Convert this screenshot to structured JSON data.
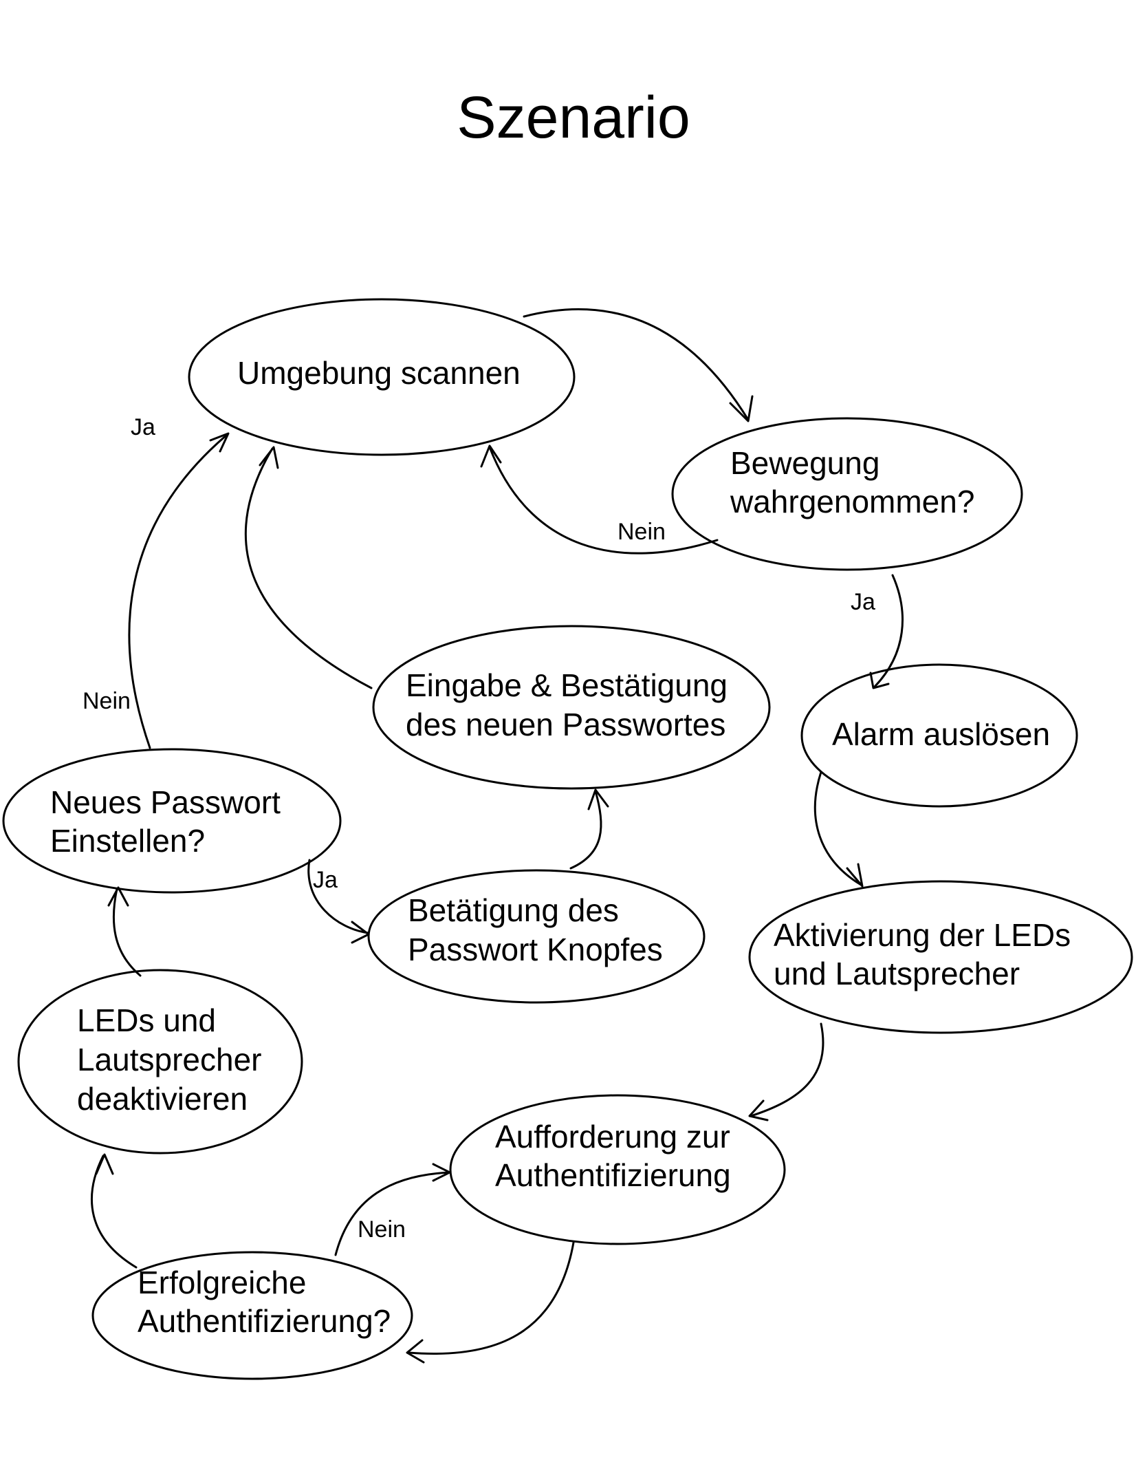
{
  "title": "Szenario",
  "nodes": {
    "scan": {
      "lines": [
        "Umgebung scannen"
      ]
    },
    "motion": {
      "lines": [
        "Bewegung",
        "wahrgenommen?"
      ]
    },
    "alarm": {
      "lines": [
        "Alarm auslösen"
      ]
    },
    "activate": {
      "lines": [
        "Aktivierung der LEDs",
        "und Lautsprecher"
      ]
    },
    "auth_request": {
      "lines": [
        "Aufforderung zur",
        "Authentifizierung"
      ]
    },
    "auth_success": {
      "lines": [
        "Erfolgreiche",
        "Authentifizierung?"
      ]
    },
    "deactivate": {
      "lines": [
        "LEDs und",
        "Lautsprecher",
        "deaktivieren"
      ]
    },
    "new_password": {
      "lines": [
        "Neues Passwort",
        "Einstellen?"
      ]
    },
    "press_button": {
      "lines": [
        "Betätigung des",
        "Passwort Knopfes"
      ]
    },
    "enter_password": {
      "lines": [
        "Eingabe & Bestätigung",
        "des neuen Passwortes"
      ]
    }
  },
  "edge_labels": {
    "motion_no": "Nein",
    "motion_yes": "Ja",
    "auth_no": "Nein",
    "new_password_yes": "Ja",
    "new_password_no": "Nein",
    "back_to_scan_yes": "Ja"
  }
}
